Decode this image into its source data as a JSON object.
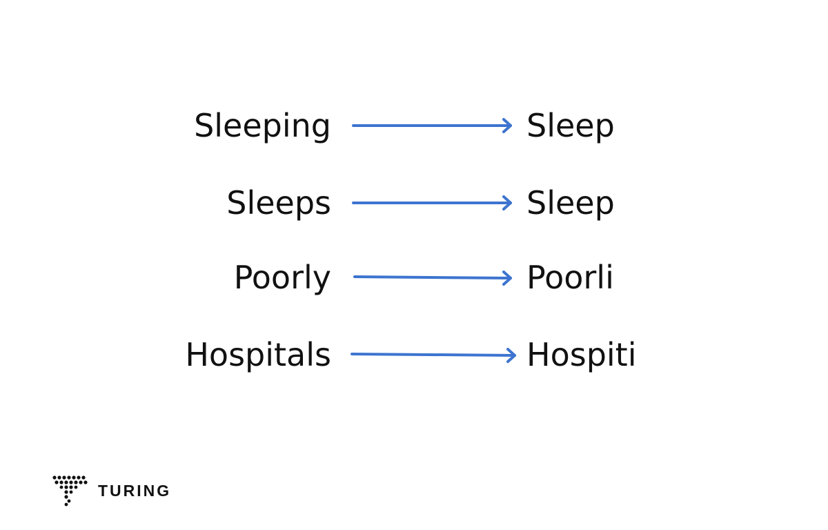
{
  "colors": {
    "arrow": "#3d74cf",
    "text": "#111111",
    "background": "#ffffff"
  },
  "pairs": [
    {
      "source": "Sleeping",
      "target": "Sleep"
    },
    {
      "source": "Sleeps",
      "target": "Sleep"
    },
    {
      "source": "Poorly",
      "target": "Poorli"
    },
    {
      "source": "Hospitals",
      "target": "Hospiti"
    }
  ],
  "logo": {
    "icon": "turing-dotted-t-icon",
    "text": "TURING"
  }
}
